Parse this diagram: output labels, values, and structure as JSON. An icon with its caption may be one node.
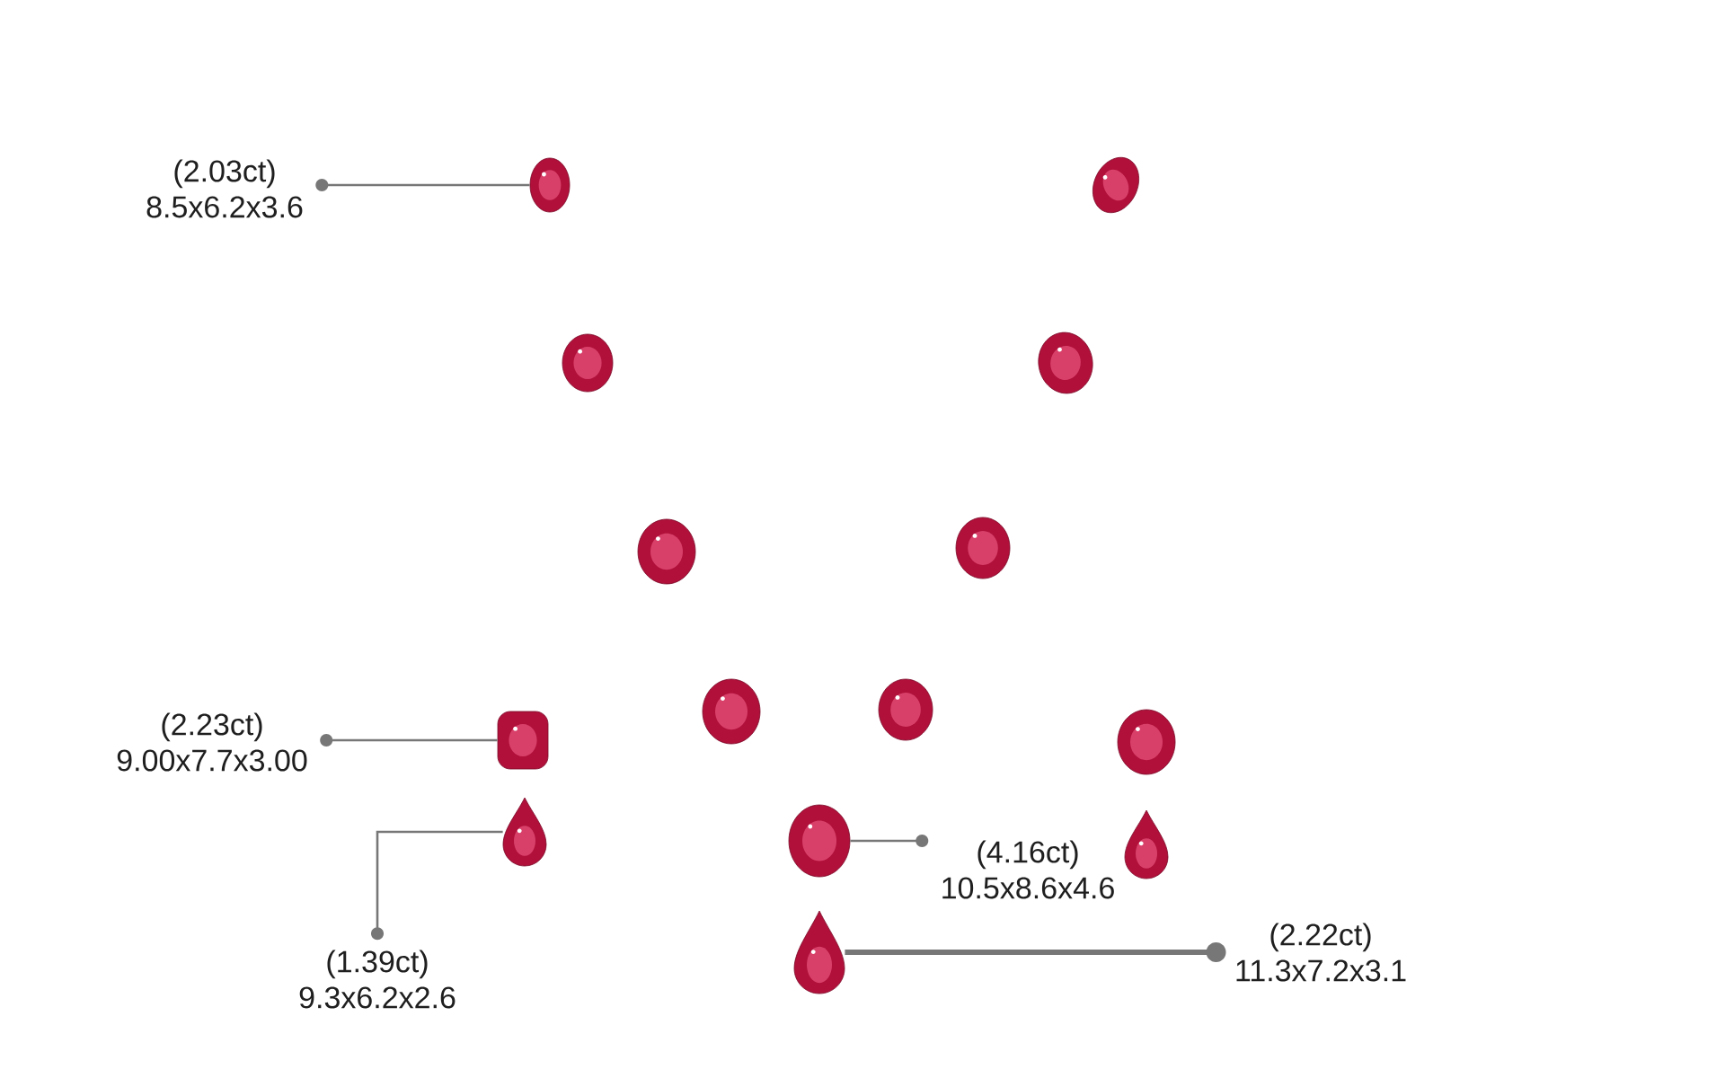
{
  "diagram": {
    "nodes": [
      {
        "text": [
          "(2.03ct)",
          "8.5x6.2x3.6"
        ]
      },
      {
        "text": [],
        "shape": "oval"
      },
      {
        "text": [],
        "shape": "oval"
      },
      {
        "text": [],
        "shape": "oval"
      },
      {
        "text": [],
        "shape": "oval"
      },
      {
        "text": [],
        "shape": "oval"
      },
      {
        "text": [],
        "shape": "oval"
      },
      {
        "text": [],
        "shape": "oval"
      },
      {
        "text": [],
        "shape": "oval"
      },
      {
        "text": [
          "(2.23ct)",
          "9.00x7.7x3.00"
        ]
      },
      {
        "text": [],
        "shape": "cushion"
      },
      {
        "text": [],
        "shape": "oval"
      },
      {
        "text": [],
        "shape": "pear"
      },
      {
        "text": [],
        "shape": "oval"
      },
      {
        "text": [
          "(4.16ct)",
          "10.5x8.6x4.6"
        ]
      },
      {
        "text": [],
        "shape": "pear"
      },
      {
        "text": [],
        "shape": "pear"
      },
      {
        "text": [
          "(1.39ct)",
          "9.3x6.2x2.6"
        ]
      },
      {
        "text": [
          "(2.22ct)",
          "11.3x7.2x3.1"
        ]
      }
    ],
    "edges": [
      {
        "from": 0,
        "to": 1,
        "arrow": "other"
      },
      {
        "from": 9,
        "to": 10,
        "arrow": "other"
      },
      {
        "from": 17,
        "to": 12,
        "arrow": "other"
      },
      {
        "from": 14,
        "to": 13,
        "arrow": "other"
      },
      {
        "from": 18,
        "to": 16,
        "arrow": "other",
        "style": "thick"
      }
    ]
  }
}
